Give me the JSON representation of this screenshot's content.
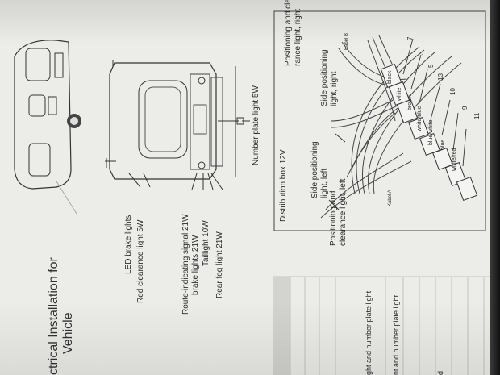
{
  "title": {
    "line1": "ctrical Installation for",
    "line2": "Vehicle"
  },
  "vehicle_labels": {
    "led_brake": "LED brake lights",
    "red_clearance": "Red clearance light 5W",
    "route_indicating": "Route-indicating signal 21W",
    "brake_lights": "brake lights 21W",
    "taillight": "Taillight 10W",
    "rear_fog": "Rear fog light 21W",
    "number_plate": "Number plate light 5W"
  },
  "diagram": {
    "distribution_box": "Distribution box 12V",
    "pos_clear_right_1": "Positioning and clea-",
    "pos_clear_right_2": "rance light, right",
    "side_pos_right_1": "Side positioning",
    "side_pos_right_2": "light, right",
    "side_pos_left_1": "Side positioning",
    "side_pos_left_2": "light, left",
    "pos_clear_left_1": "Positioning and",
    "pos_clear_left_2": "clearance light, left",
    "kabel_a": "Kabel A",
    "kabel_b": "Kabel B",
    "wires": [
      "black",
      "white",
      "brown",
      "white/blue",
      "blue/white",
      "blue",
      "white/red"
    ],
    "terminals": [
      "7",
      "3",
      "5",
      "13",
      "10",
      "9",
      "11"
    ]
  },
  "table": {
    "rows": [
      "ght and number plate light",
      "nt and number plate light",
      "d"
    ]
  }
}
